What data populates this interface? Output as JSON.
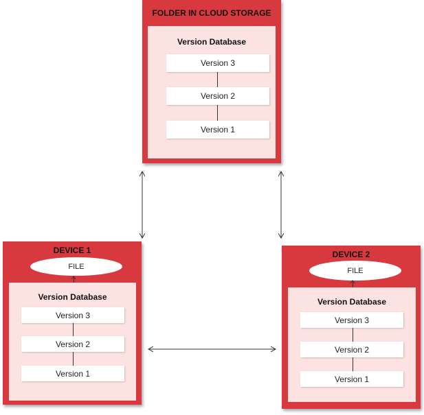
{
  "cloud": {
    "title": "FOLDER IN CLOUD STORAGE",
    "db_title": "Version Database",
    "versions": [
      "Version 3",
      "Version 2",
      "Version 1"
    ]
  },
  "device1": {
    "title": "DEVICE 1",
    "file": "FILE",
    "db_title": "Version Database",
    "versions": [
      "Version 3",
      "Version 2",
      "Version 1"
    ]
  },
  "device2": {
    "title": "DEVICE 2",
    "file": "FILE",
    "db_title": "Version Database",
    "versions": [
      "Version 3",
      "Version 2",
      "Version 1"
    ]
  },
  "colors": {
    "outer": "#d8393e",
    "inner": "#fde2e2",
    "version_box": "#ffffff"
  }
}
